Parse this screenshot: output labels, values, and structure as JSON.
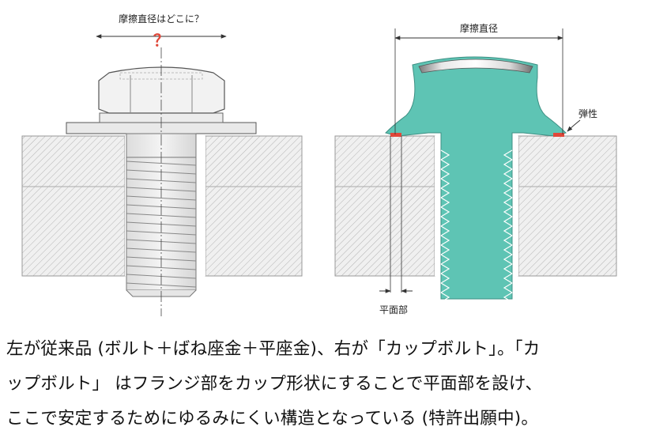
{
  "left_diagram": {
    "question_label": "摩擦直径はどこに？",
    "question_mark": "？"
  },
  "right_diagram": {
    "friction_diameter_label": "摩擦直径",
    "elastic_label": "弾性",
    "flat_part_label": "平面部"
  },
  "caption": {
    "line1": "左が従来品 (ボルト＋ばね座金＋平座金)、右が「カップボルト」。「カ",
    "line2": "ップボルト」 はフランジ部をカップ形状にすることで平面部を設け、",
    "line3": "ここで安定するためにゆるみにくい構造となっている (特許出願中)。"
  },
  "colors": {
    "cup_bolt_fill": "#5ec4b4",
    "contact_red": "#e0483a",
    "hatch_bg": "#efefef"
  }
}
